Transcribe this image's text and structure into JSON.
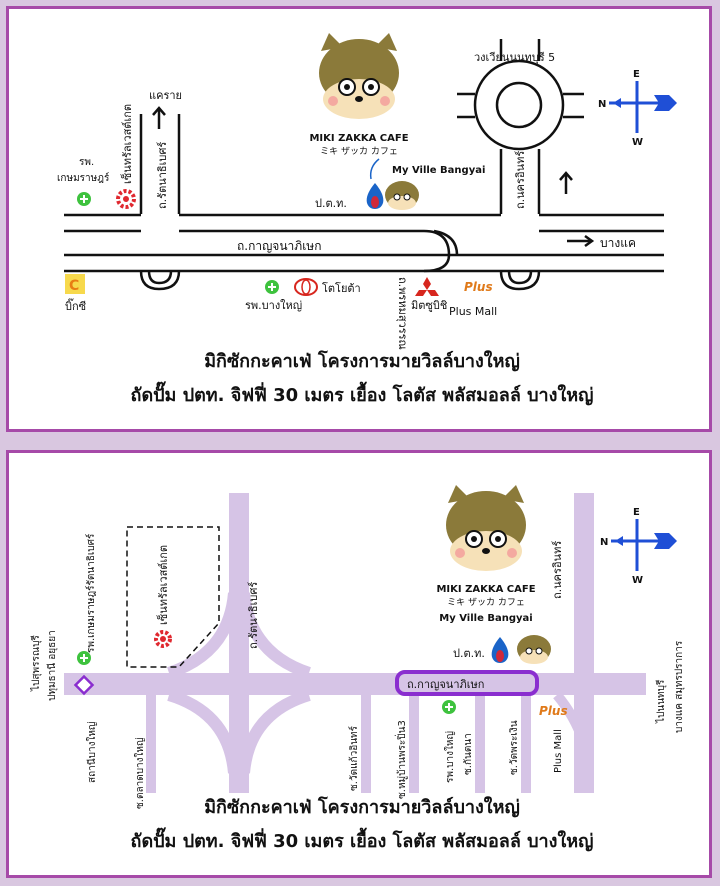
{
  "colors": {
    "frame": "#a64aa8",
    "road_top": "#ffffff",
    "road_bottom": "#d6c4e6",
    "compass": "#1f4fd6",
    "mascot": "#8b7a3a",
    "hospital": "#3ec23e",
    "ptt_flame": "#1a64c8",
    "ptt_red": "#d0283a",
    "mitsubishi": "#d7261e",
    "bigc": "#e87d14",
    "plusmall": "#e07a1a"
  },
  "cafe": {
    "name_en": "MIKI ZAKKA CAFE",
    "name_jp": "ミキ ザッカ カフェ",
    "project": "My Ville Bangyai"
  },
  "compass": {
    "n": "N",
    "e": "E",
    "w": "W"
  },
  "panel1": {
    "labels": {
      "roundabout": "วงเวียนนนทบุรี 5",
      "kaerai": "แคราย",
      "hospital_kasem": "รพ.",
      "hospital_kasem_2": "เกษมราษฎร์",
      "central_west": "เซ็นทรัลเวสต์เกต",
      "rattanathibet": "ถ.รัตนาธิเบศร์",
      "ptt": "ป.ต.ท.",
      "kanchana": "ถ.กาญจนาภิเษก",
      "nakhon_in": "ถ.นครอินทร์",
      "bang_khae": "บางแค",
      "toyota": "โตโยต้า",
      "hospital_bangyai": "รพ.บางใหญ่",
      "bigc": "บิ๊กซี",
      "phromma": "ถ.พรหมสุวรรณ",
      "mitsubishi": "มิตซูบิชิ",
      "plus_logo": "Plus",
      "plus_mall": "Plus Mall"
    },
    "caption_1": "มิกิซักกะคาเฟ่  โครงการมายวิลล์บางใหญ่",
    "caption_2": "ถัดปั๊ม ปตท. จิฟฟี่ 30 เมตร เยื้อง โลตัส พลัสมอลล์ บางใหญ่"
  },
  "panel2": {
    "labels": {
      "hospital_kasem": "รพ.เกษมราษฎร์รัตนาธิเบศร์",
      "central_west": "เซ็นทรัลเวสต์เกต",
      "rattanathibet": "ถ.รัตนาธิเบศร์",
      "nakhon_in": "ถ.นครอินทร์",
      "to_pathum": "ไปสุพรรณบุรี",
      "to_pathum_2": "ปทุมธานี อยุธยา",
      "station": "สถานีบางใหญ่",
      "talad_bangyai": "ซ.ตลาดบางใหญ่",
      "ptt": "ป.ต.ท.",
      "kanchana": "ถ.กาญจนาภิเษก",
      "to_nonthaburi": "ไปนนทบุรี",
      "to_nonthaburi_2": "บางแค สมุทรปราการ",
      "soi_wat_kaew": "ซ.วัดแก้วอินทร์",
      "soi_village": "ซ.หมู่บ้านพระปิ่น3",
      "hospital_bangyai": "รพ.บางใหญ่",
      "soi_kanchana": "ซ.กันตนา",
      "soi_wat_phra": "ซ.วัดพระเงิน",
      "plus_mall": "Plus Mall",
      "plus_logo": "Plus"
    },
    "caption_1": "มิกิซักกะคาเฟ่  โครงการมายวิลล์บางใหญ่",
    "caption_2": "ถัดปั๊ม ปตท. จิฟฟี่ 30 เมตร เยื้อง โลตัส พลัสมอลล์ บางใหญ่"
  }
}
